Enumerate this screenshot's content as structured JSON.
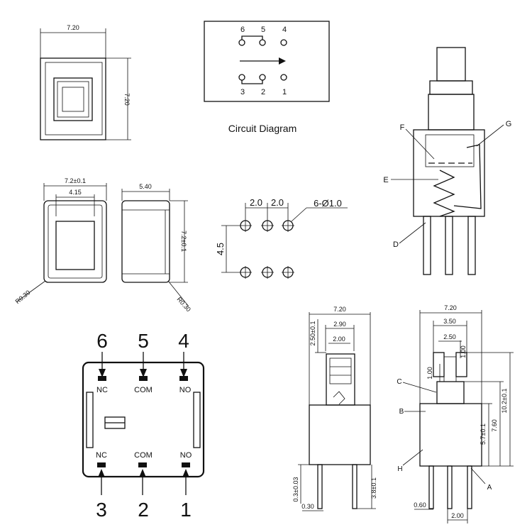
{
  "top_view": {
    "width": "7.20",
    "height": "7.20"
  },
  "circuit": {
    "title": "Circuit Diagram",
    "top_pins": [
      "6",
      "5",
      "4"
    ],
    "bottom_pins": [
      "3",
      "2",
      "1"
    ]
  },
  "front_view": {
    "width": "7.2±0.1",
    "inner_width": "4.15",
    "radius": "R0.30"
  },
  "side_view": {
    "depth": "5.40",
    "height": "7.2±0.1",
    "radius": "R0.30"
  },
  "footprint": {
    "pitch_1": "2.0",
    "pitch_2": "2.0",
    "holes": "6-Ø1.0",
    "row_spacing": "4.5"
  },
  "cutaway": {
    "labels": [
      "F",
      "G",
      "E",
      "D"
    ]
  },
  "schematic": {
    "top_numbers": [
      "6",
      "5",
      "4"
    ],
    "bottom_numbers": [
      "3",
      "2",
      "1"
    ],
    "top_labels": [
      "NC",
      "COM",
      "NO"
    ],
    "bottom_labels": [
      "NC",
      "COM",
      "NO"
    ]
  },
  "elev_left": {
    "width": "7.20",
    "w290": "2.90",
    "w200": "2.00",
    "h250": "2.50±0.1",
    "pin_thick": "0.3±0.03",
    "pin_len": "3.8±0.1",
    "pin_w": "0.30"
  },
  "elev_right": {
    "width": "7.20",
    "w350": "3.50",
    "w250": "2.50",
    "h100a": "1.00",
    "h100b": "1.00",
    "h57": "5.7±0.1",
    "h760": "7.60",
    "h102": "10.2±0.1",
    "pin_w": "0.60",
    "pitch": "2.00",
    "labels": [
      "C",
      "B",
      "H",
      "A"
    ]
  }
}
